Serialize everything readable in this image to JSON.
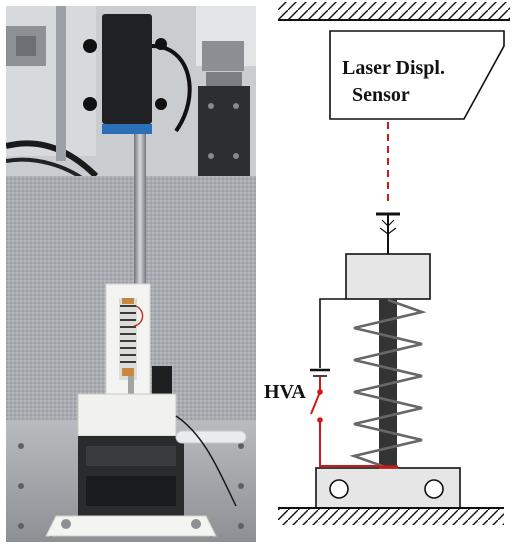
{
  "schematic": {
    "sensor_label_line1": "Laser Displ.",
    "sensor_label_line2": "Sensor",
    "hva_label": "HVA"
  },
  "colors": {
    "laser_beam": "#d01818",
    "circuit_wire_red": "#d01818",
    "circuit_wire_black": "#111111",
    "actuator_core": "#333333",
    "block_fill": "#e6e6e6"
  }
}
